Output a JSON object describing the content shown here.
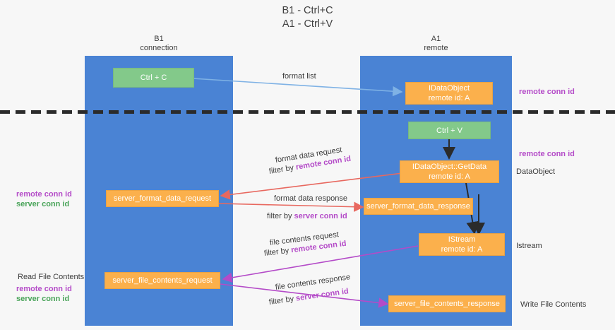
{
  "title": "B1 - Ctrl+C\nA1 - Ctrl+V",
  "columns": {
    "left": "B1\nconnection",
    "right": "A1\nremote"
  },
  "nodes": {
    "ctrl_c": "Ctrl + C",
    "ctrl_v": "Ctrl + V",
    "idataobject_top_l1": "IDataObject",
    "idataobject_top_l2": "remote id: A",
    "getdata_l1": "IDataObject::GetData",
    "getdata_l2": "remote id: A",
    "istream_l1": "IStream",
    "istream_l2": "remote id: A",
    "server_format_data_request": "server_format_data_request",
    "server_format_data_response": "server_format_data_response",
    "server_file_contents_request": "server_file_contents_request",
    "server_file_contents_response": "server_file_contents_response"
  },
  "edge_labels": {
    "format_list": "format list",
    "format_data_request": "format data request",
    "format_data_request_filter_prefix": "filter by ",
    "format_data_request_filter_key": "remote conn id",
    "format_data_response": "format data response",
    "format_data_response_filter_prefix": "filter by ",
    "format_data_response_filter_key": "server conn id",
    "file_contents_request": "file contents request",
    "file_contents_request_filter_prefix": "filter by ",
    "file_contents_request_filter_key": "remote conn id",
    "file_contents_response": "file contents response",
    "file_contents_response_filter_prefix": "filter by ",
    "file_contents_response_filter_key": "server conn id"
  },
  "annotations": {
    "right_remote_conn_id_top": "remote conn id",
    "right_remote_conn_id_mid": "remote conn id",
    "right_dataobject": "DataObject",
    "right_istream": "Istream",
    "right_write_file_contents": "Write File Contents",
    "left_remote_conn_id_mid": "remote conn id",
    "left_server_conn_id_mid": "server conn id",
    "left_read_file_contents": "Read File Contents",
    "left_remote_conn_id_bottom": "remote conn id",
    "left_server_conn_id_bottom": "server conn id"
  },
  "colors": {
    "lane": "#4a83d4",
    "green_node": "#83c98a",
    "orange_node": "#fbb04c",
    "purple_text": "#b44bc8",
    "green_text": "#4aa45a",
    "blue_arrow": "#7fb2e5",
    "red_arrow": "#e8685f",
    "magenta_arrow": "#b44bc8",
    "dark_arrow": "#2b2b2b",
    "background": "#f7f7f7"
  }
}
